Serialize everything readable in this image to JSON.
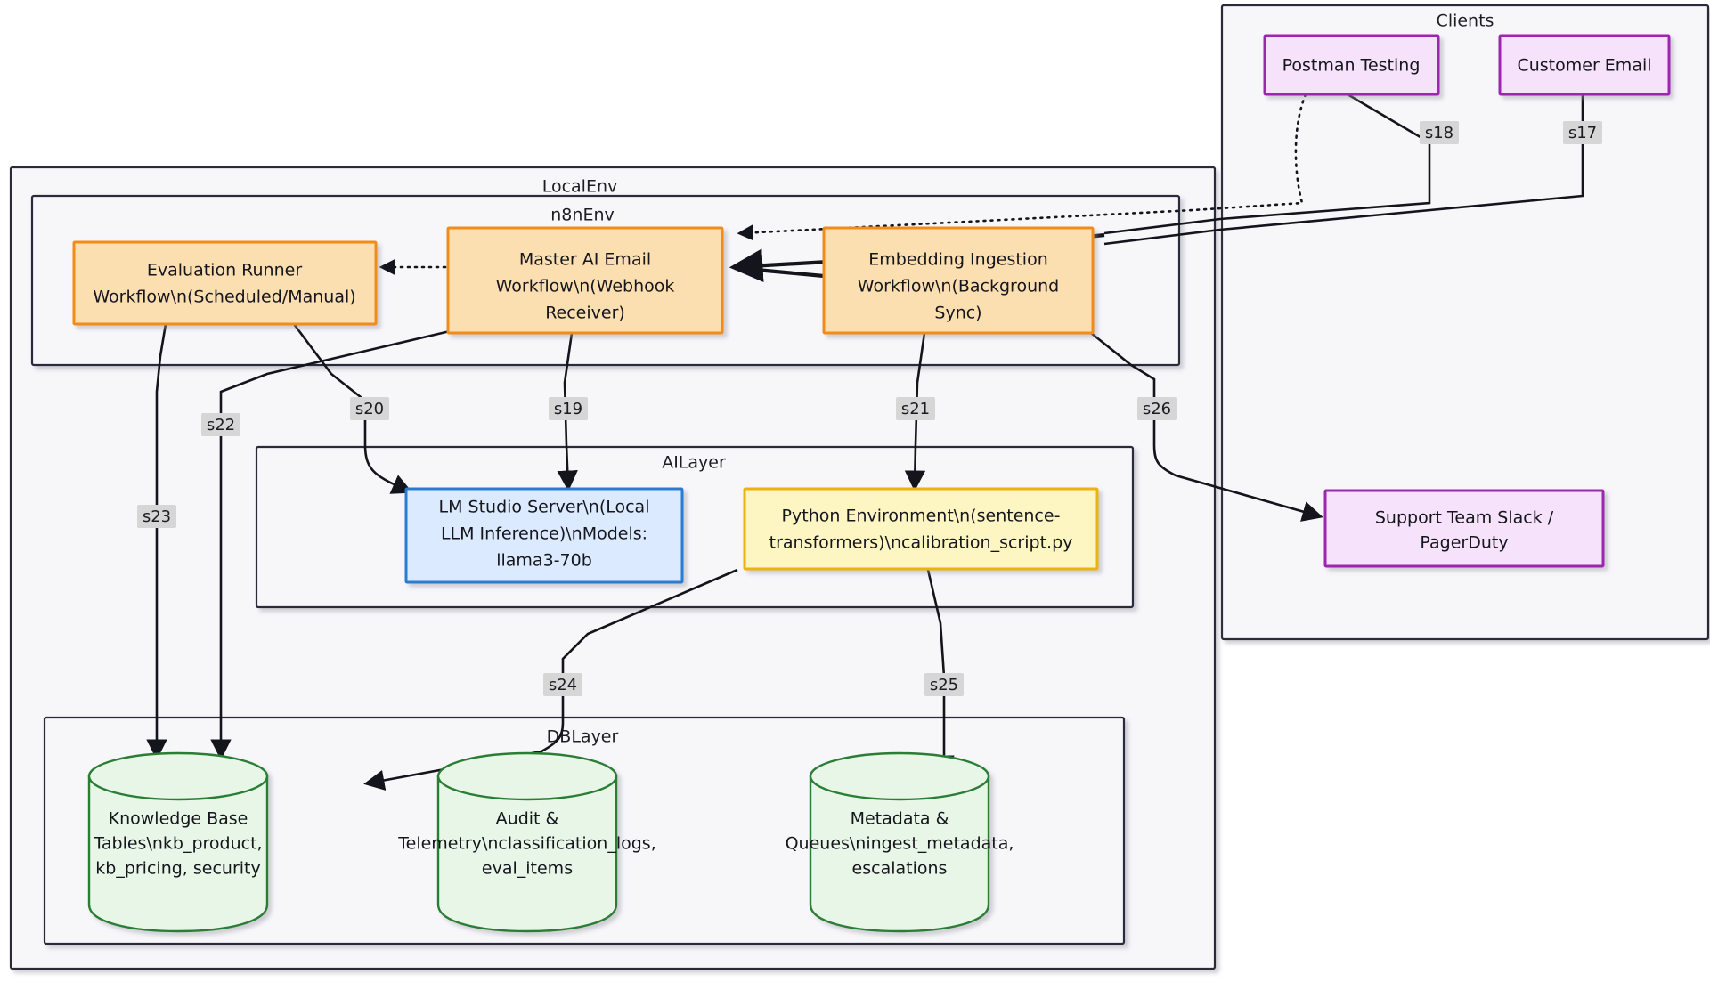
{
  "diagram": {
    "title": "LocalEnv AI Email Workflow Architecture",
    "clusters": [
      {
        "id": "localenv",
        "label": "LocalEnv"
      },
      {
        "id": "n8nenv",
        "label": "n8nEnv"
      },
      {
        "id": "ailayer",
        "label": "AILayer"
      },
      {
        "id": "dblayer",
        "label": "DBLayer"
      },
      {
        "id": "clients",
        "label": "Clients"
      }
    ],
    "nodes": [
      {
        "id": "eval",
        "label": "Evaluation Runner Workflow\\n(Scheduled/Manual)",
        "shape": "rect",
        "style": "orange"
      },
      {
        "id": "master",
        "label": "Master AI Email Workflow\\n(Webhook Receiver)",
        "shape": "rect",
        "style": "orange"
      },
      {
        "id": "embed",
        "label": "Embedding Ingestion Workflow\\n(Background Sync)",
        "shape": "rect",
        "style": "orange"
      },
      {
        "id": "lmstudio",
        "label": "LM Studio Server\\n(Local LLM Inference)\\nModels: llama3-70b",
        "shape": "rect",
        "style": "blue"
      },
      {
        "id": "python",
        "label": "Python Environment\\n(sentence-transformers)\\ncalibration_script.py",
        "shape": "rect",
        "style": "yellow"
      },
      {
        "id": "kb",
        "label": "Knowledge Base Tables\\nkb_product, kb_pricing, security",
        "shape": "cylinder",
        "style": "green"
      },
      {
        "id": "audit",
        "label": "Audit & Telemetry\\nclassification_logs, eval_items",
        "shape": "cylinder",
        "style": "green"
      },
      {
        "id": "meta",
        "label": "Metadata & Queues\\ningest_metadata, escalations",
        "shape": "cylinder",
        "style": "green"
      },
      {
        "id": "postman",
        "label": "Postman Testing",
        "shape": "rect",
        "style": "purple"
      },
      {
        "id": "email",
        "label": "Customer Email",
        "shape": "rect",
        "style": "purple"
      },
      {
        "id": "slack",
        "label": "Support Team Slack / PagerDuty",
        "shape": "rect",
        "style": "purple"
      }
    ],
    "node_text_lines": {
      "eval": [
        "Evaluation Runner",
        "Workflow\\n(Scheduled/Manual)"
      ],
      "master": [
        "Master AI Email",
        "Workflow\\n(Webhook",
        "Receiver)"
      ],
      "embed": [
        "Embedding Ingestion",
        "Workflow\\n(Background",
        "Sync)"
      ],
      "lmstudio": [
        "LM Studio Server\\n(Local",
        "LLM Inference)\\nModels:",
        "llama3-70b"
      ],
      "python": [
        "Python Environment\\n(sentence-",
        "transformers)\\ncalibration_script.py"
      ],
      "kb": [
        "Knowledge Base",
        "Tables\\nkb_product,",
        "kb_pricing, security"
      ],
      "audit": [
        "Audit &",
        "Telemetry\\nclassification_logs,",
        "eval_items"
      ],
      "meta": [
        "Metadata &",
        "Queues\\ningest_metadata,",
        "escalations"
      ],
      "postman": [
        "Postman Testing"
      ],
      "email": [
        "Customer Email"
      ],
      "slack": [
        "Support Team Slack /",
        "PagerDuty"
      ]
    },
    "edges": [
      {
        "id": "s17",
        "label": "s17",
        "from": "email",
        "to": "master",
        "style": "solid"
      },
      {
        "id": "s18",
        "label": "s18",
        "from": "postman",
        "to": "master",
        "style": "solid"
      },
      {
        "id": "s19",
        "label": "s19",
        "from": "master",
        "to": "lmstudio",
        "style": "solid"
      },
      {
        "id": "s20",
        "label": "s20",
        "from": "eval",
        "to": "lmstudio",
        "style": "solid"
      },
      {
        "id": "s21",
        "label": "s21",
        "from": "embed",
        "to": "python",
        "style": "solid"
      },
      {
        "id": "s22",
        "label": "s22",
        "from": "master",
        "to": "kb",
        "style": "solid"
      },
      {
        "id": "s23",
        "label": "s23",
        "from": "eval",
        "to": "kb",
        "style": "solid"
      },
      {
        "id": "s24",
        "label": "s24",
        "from": "python",
        "to": "kb",
        "style": "solid"
      },
      {
        "id": "s25",
        "label": "s25",
        "from": "python",
        "to": "meta",
        "style": "solid"
      },
      {
        "id": "s26",
        "label": "s26",
        "from": "embed",
        "to": "slack",
        "style": "solid"
      }
    ],
    "colors": {
      "orange_fill": "#fcdfb0",
      "orange_stroke": "#f08c1e",
      "purple_fill": "#f6e3fb",
      "purple_stroke": "#9c27b0",
      "blue_fill": "#dbeafe",
      "blue_stroke": "#2b7cd3",
      "yellow_fill": "#fdf6c3",
      "yellow_stroke": "#eab308",
      "green_fill": "#e7f6e7",
      "green_stroke": "#2b7d34",
      "cluster_fill": "#f7f7fa",
      "cluster_stroke": "#2b2b3b",
      "edge": "#14141c",
      "edge_label_bg": "#d6d6d6",
      "background": "#ffffff"
    }
  }
}
